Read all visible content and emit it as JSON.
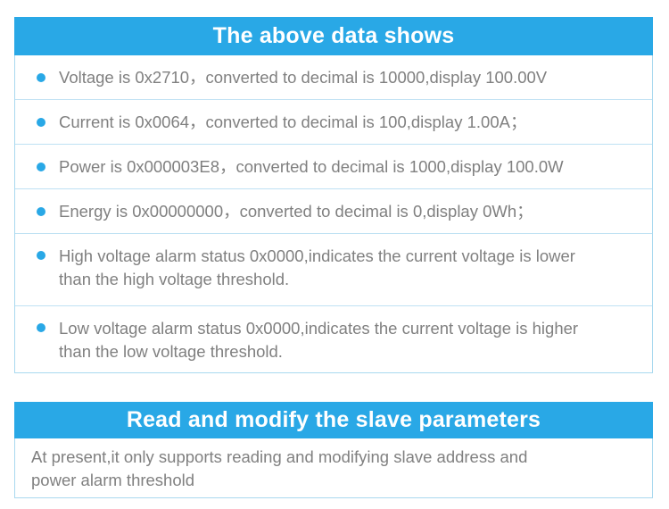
{
  "sections": [
    {
      "id": "above-data",
      "title": "The above data shows",
      "items": [
        {
          "text": "Voltage is 0x2710，converted to decimal is 10000,display 100.00V",
          "lines": 1
        },
        {
          "text": "Current is 0x0064，converted to decimal is 100,display 1.00A；",
          "lines": 1
        },
        {
          "text": "Power is 0x000003E8，converted to decimal is 1000,display 100.0W",
          "lines": 1
        },
        {
          "text": "Energy is 0x00000000，converted to decimal is 0,display 0Wh；",
          "lines": 1
        },
        {
          "text": "High voltage alarm status 0x0000,indicates the current voltage is lower\n than the high voltage threshold.",
          "lines": 2
        },
        {
          "text": "Low voltage alarm status 0x0000,indicates the current voltage is higher\nthan the low voltage threshold.",
          "lines": 2
        }
      ]
    },
    {
      "id": "slave-params",
      "title": "Read and modify the slave parameters",
      "body": "At present,it only supports reading and modifying slave address and\n power alarm threshold"
    }
  ],
  "colors": {
    "accent": "#29a8e6",
    "border": "#a9d9ef",
    "divider": "#bfe1f3",
    "text": "#808080",
    "header_text": "#ffffff",
    "background": "#ffffff"
  },
  "icons": {
    "bullet": "bullet-dot-icon"
  }
}
